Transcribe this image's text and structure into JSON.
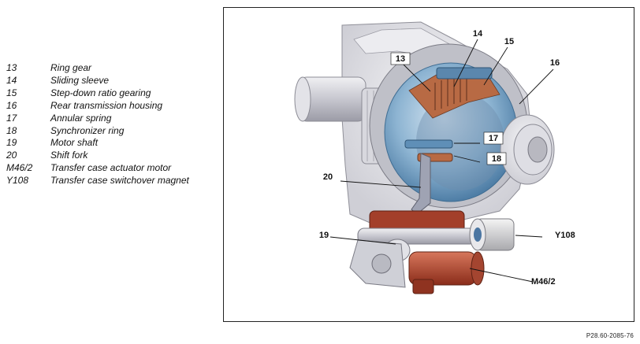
{
  "legend": [
    {
      "num": "13",
      "label": "Ring gear"
    },
    {
      "num": "14",
      "label": "Sliding sleeve"
    },
    {
      "num": "15",
      "label": "Step-down ratio gearing"
    },
    {
      "num": "16",
      "label": "Rear transmission housing"
    },
    {
      "num": "17",
      "label": "Annular spring"
    },
    {
      "num": "18",
      "label": "Synchronizer ring"
    },
    {
      "num": "19",
      "label": "Motor shaft"
    },
    {
      "num": "20",
      "label": "Shift fork"
    },
    {
      "num": "M46/2",
      "label": "Transfer case actuator motor"
    },
    {
      "num": "Y108",
      "label": "Transfer case switchover magnet"
    }
  ],
  "callouts": {
    "c13": "13",
    "c14": "14",
    "c15": "15",
    "c16": "16",
    "c17": "17",
    "c18": "18",
    "c19": "19",
    "c20": "20",
    "cY108": "Y108",
    "cM46": "M46/2"
  },
  "reference_code": "P28.60-2085-76",
  "colors": {
    "housing": "#e4e4e8",
    "gear_blue": "#6f9fc4",
    "gear_copper": "#b86a44",
    "motor_red": "#b8432c"
  }
}
